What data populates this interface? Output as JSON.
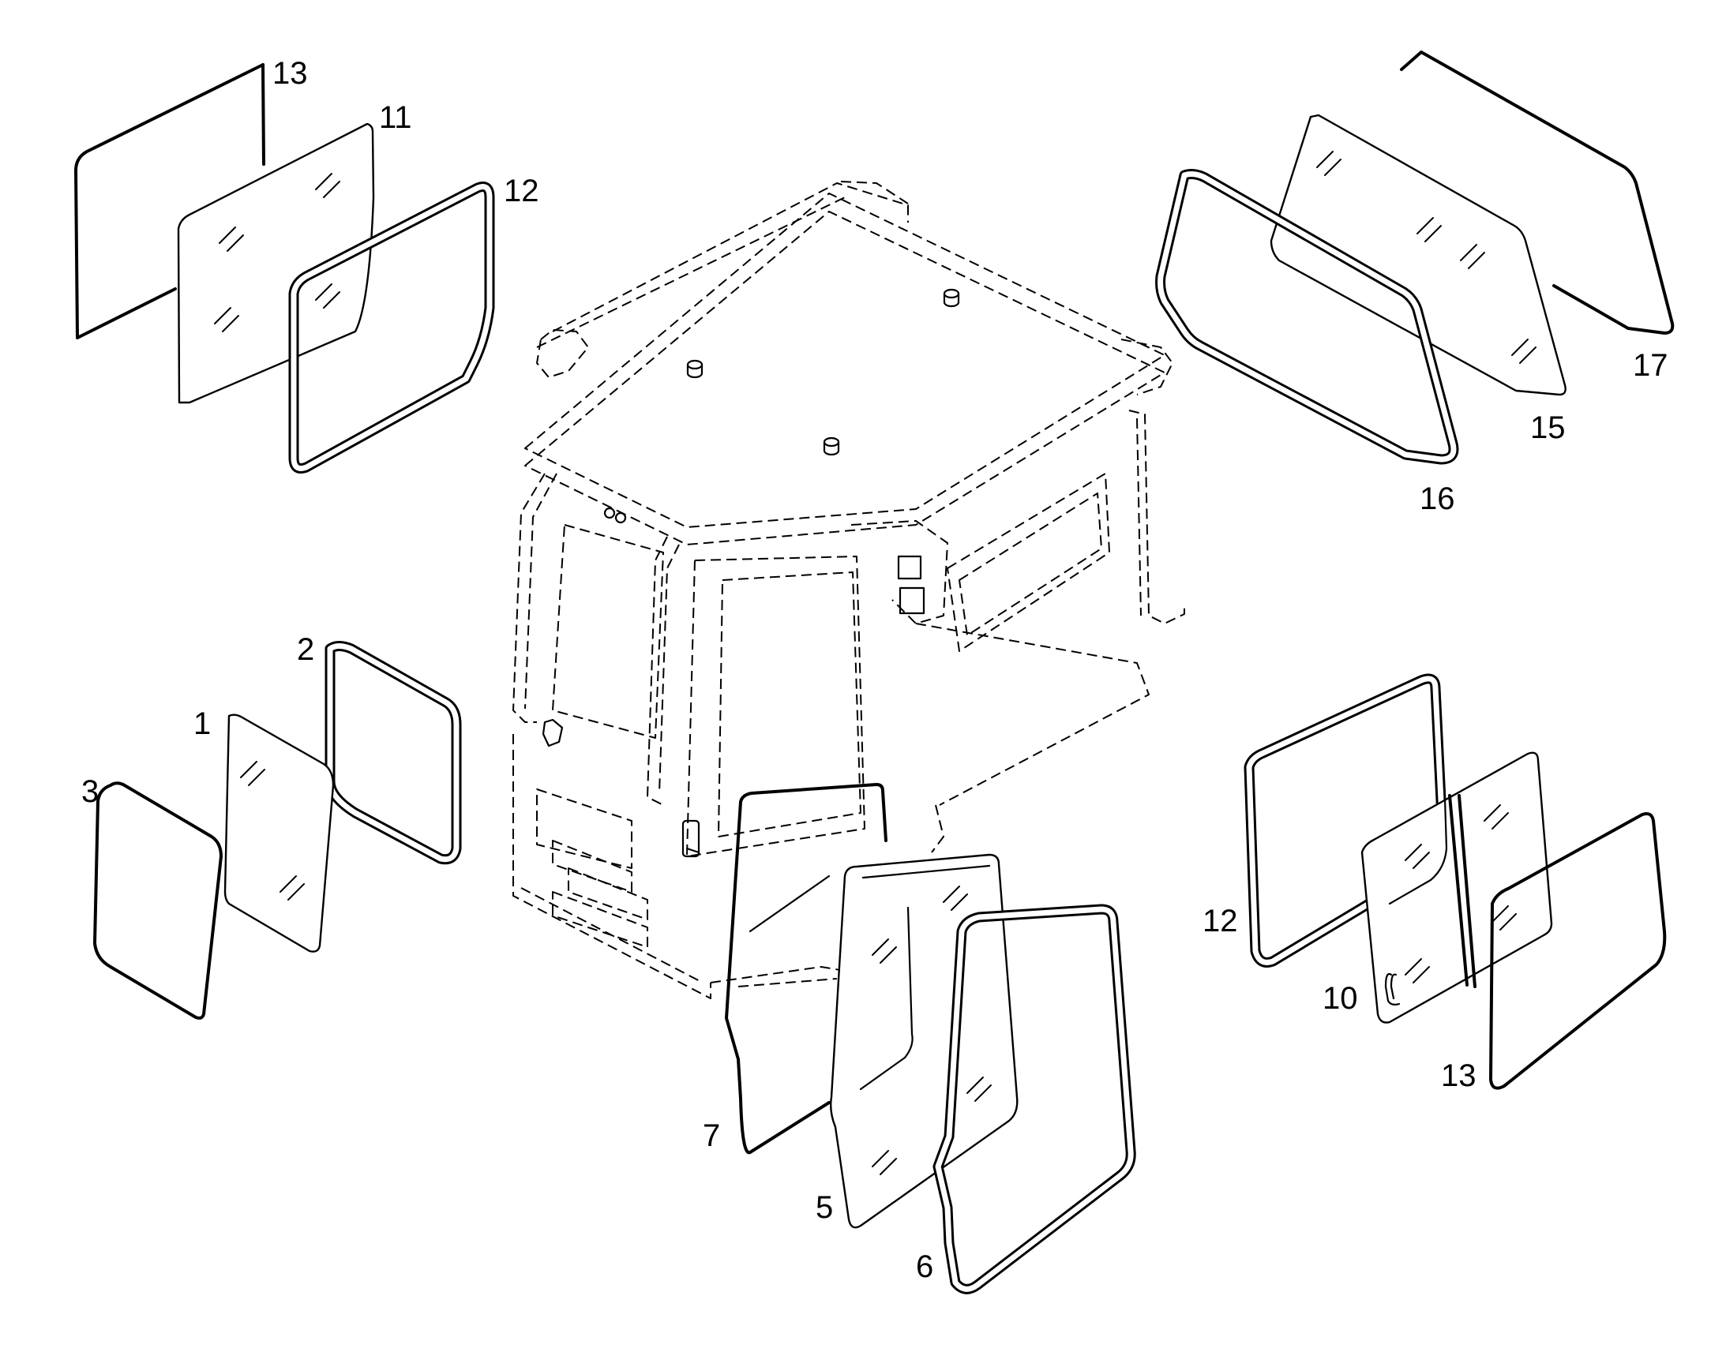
{
  "diagram": {
    "callouts": [
      {
        "id": "c13a",
        "text": "13"
      },
      {
        "id": "c11",
        "text": "11"
      },
      {
        "id": "c12a",
        "text": "12"
      },
      {
        "id": "c17",
        "text": "17"
      },
      {
        "id": "c15",
        "text": "15"
      },
      {
        "id": "c16",
        "text": "16"
      },
      {
        "id": "c2",
        "text": "2"
      },
      {
        "id": "c1",
        "text": "1"
      },
      {
        "id": "c3",
        "text": "3"
      },
      {
        "id": "c12b",
        "text": "12"
      },
      {
        "id": "c10",
        "text": "10"
      },
      {
        "id": "c13b",
        "text": "13"
      },
      {
        "id": "c7",
        "text": "7"
      },
      {
        "id": "c5",
        "text": "5"
      },
      {
        "id": "c6",
        "text": "6"
      }
    ]
  }
}
